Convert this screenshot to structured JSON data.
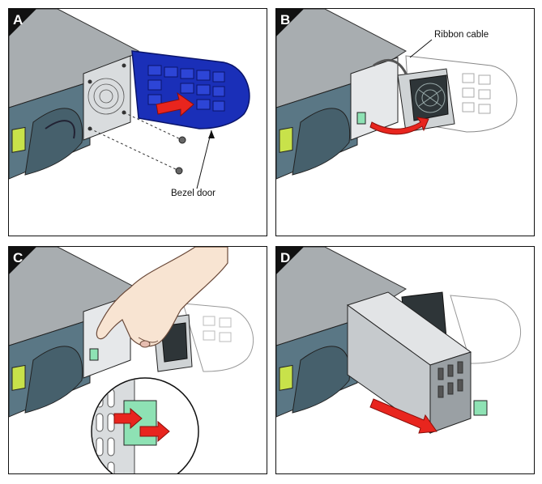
{
  "panels": [
    {
      "id": "A",
      "label": "A"
    },
    {
      "id": "B",
      "label": "B"
    },
    {
      "id": "C",
      "label": "C"
    },
    {
      "id": "D",
      "label": "D"
    }
  ],
  "callouts": {
    "bezel_door": "Bezel door",
    "ribbon_cable": "Ribbon cable"
  },
  "colors": {
    "bezel_blue": "#1a2fb8",
    "arrow_red": "#e8251e",
    "latch_green": "#8ee2b4",
    "chassis_gray": "#9aa0a4",
    "front_teal": "#4f6f7d"
  }
}
